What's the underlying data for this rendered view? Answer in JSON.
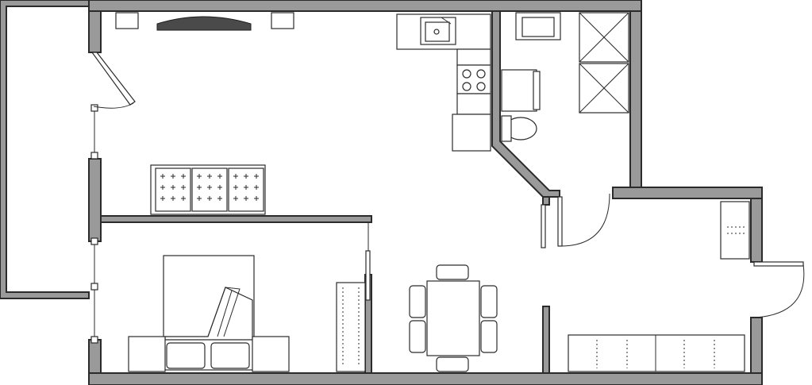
{
  "diagram": {
    "type": "floor-plan",
    "colors": {
      "wall_fill": "#9a9a9a",
      "outline": "#2b2b2b",
      "background": "#ffffff",
      "tv": "#4a4a4a"
    },
    "rooms": [
      "living-room",
      "kitchen",
      "bathroom",
      "bedroom",
      "dining-area",
      "entry-hall",
      "balcony"
    ]
  }
}
